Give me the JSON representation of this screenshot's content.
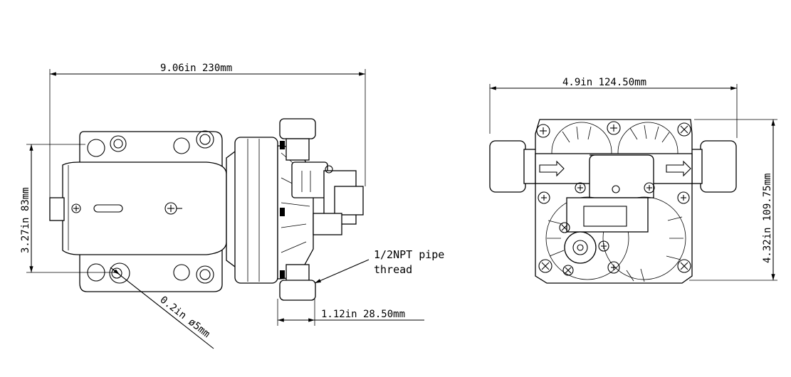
{
  "side_view": {
    "overall_length": "9.06in 230mm",
    "overall_height": "3.27in 83mm",
    "port_offset": "1.12in 28.50mm",
    "hole_size": "0.2in ø5mm",
    "callout_line1": "1/2NPT pipe",
    "callout_line2": "thread"
  },
  "front_view": {
    "overall_width": "4.9in 124.50mm",
    "overall_height": "4.32in 109.75mm"
  }
}
